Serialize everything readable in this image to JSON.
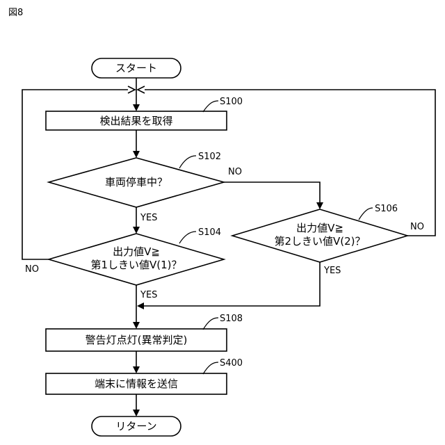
{
  "figure_label": "図8",
  "nodes": {
    "start": "スタート",
    "s100": "検出結果を取得",
    "s102": "車両停車中？",
    "s104_line1": "出力値V≧",
    "s104_line2": "第1しきい値V(1)？",
    "s106_line1": "出力値V≧",
    "s106_line2": "第2しきい値V(2)？",
    "s108": "警告灯点灯(異常判定)",
    "s400": "端末に情報を送信",
    "end": "リターン"
  },
  "step_labels": {
    "s100": "S100",
    "s102": "S102",
    "s104": "S104",
    "s106": "S106",
    "s108": "S108",
    "s400": "S400"
  },
  "branches": {
    "s102_no": "NO",
    "s102_yes": "YES",
    "s104_no": "NO",
    "s104_yes": "YES",
    "s106_no": "NO",
    "s106_yes": "YES"
  }
}
